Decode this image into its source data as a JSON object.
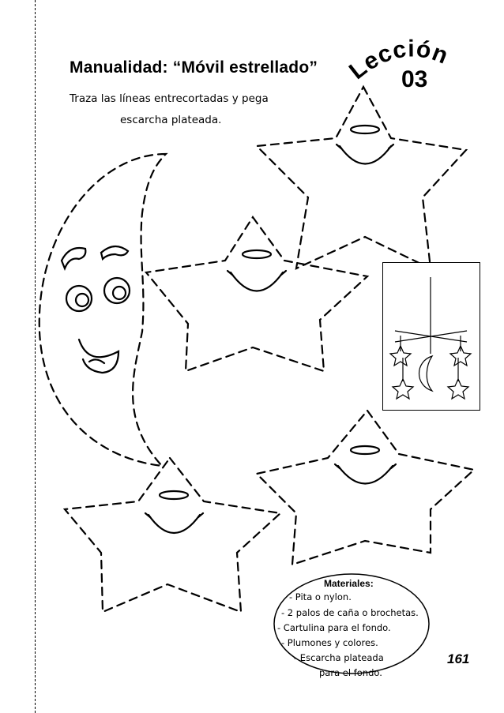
{
  "worksheet": {
    "title": "Manualidad: “Móvil estrellado”",
    "instruction_line1": "Traza las líneas entrecortadas y pega",
    "instruction_line2": "escarcha plateada.",
    "lesson_word": "Lección",
    "lesson_number": "03",
    "page_number": "161"
  },
  "materials": {
    "heading": "Materiales:",
    "items": [
      "- Pita o nylon.",
      "- 2 palos de caña o brochetas.",
      "- Cartulina para el fondo.",
      "- Plumones y colores.",
      "- Escarcha plateada",
      "para el fondo."
    ]
  }
}
